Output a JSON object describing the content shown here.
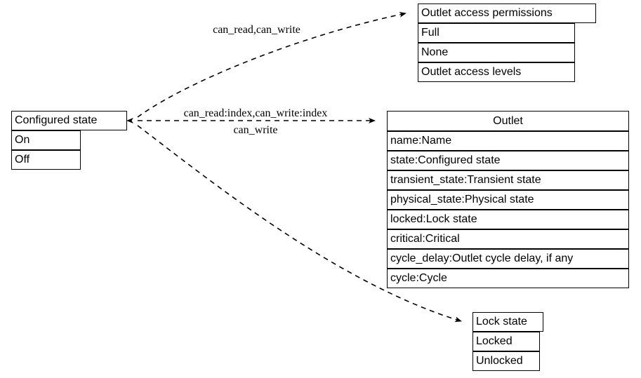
{
  "diagram": {
    "type": "uml-record-diagram",
    "background_color": "#ffffff",
    "line_color": "#000000",
    "text_color": "#000000",
    "edge_style": "dashed-arrow"
  },
  "nodes": {
    "configured_state": {
      "title": "Configured state",
      "rows": [
        "On",
        "Off"
      ]
    },
    "outlet_access_permissions": {
      "title": "Outlet access permissions",
      "rows": [
        "Full",
        "None",
        "Outlet access levels"
      ]
    },
    "outlet": {
      "title": "Outlet",
      "rows": [
        "name:Name",
        "state:Configured state",
        "transient_state:Transient state",
        "physical_state:Physical state",
        "locked:Lock state",
        "critical:Critical",
        "cycle_delay:Outlet cycle delay, if any",
        "cycle:Cycle"
      ]
    },
    "lock_state": {
      "title": "Lock state",
      "rows": [
        "Locked",
        "Unlocked"
      ]
    }
  },
  "edges": [
    {
      "id": "edge-permissions",
      "from": "configured_state",
      "to": "outlet_access_permissions",
      "label": "can_read,can_write"
    },
    {
      "id": "edge-outlet",
      "from": "configured_state",
      "to": "outlet",
      "label_line1": "can_read:index,can_write:index",
      "label_line2": "can_write"
    },
    {
      "id": "edge-lock-state",
      "from": "configured_state",
      "to": "lock_state",
      "label": ""
    }
  ]
}
